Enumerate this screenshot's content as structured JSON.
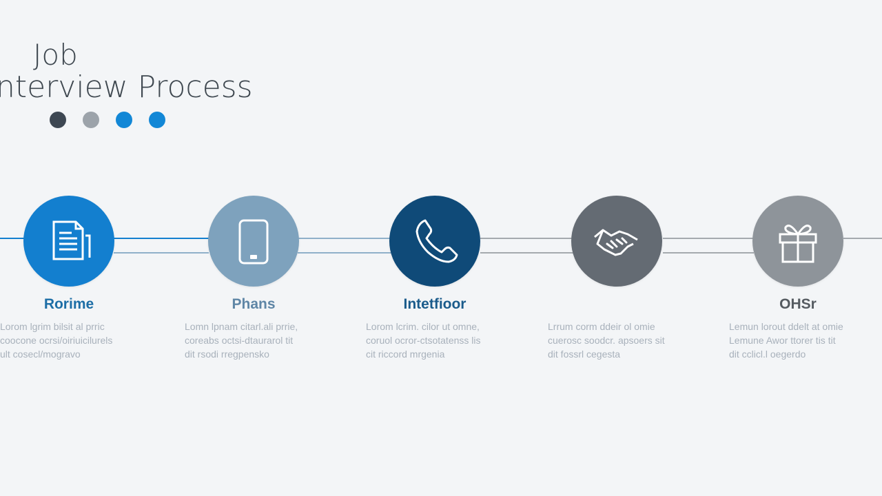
{
  "title": {
    "line1": "Job",
    "line2": "nterview Process"
  },
  "pagination_dots": [
    {
      "color": "#3d4752"
    },
    {
      "color": "#9ca3aa"
    },
    {
      "color": "#1287d6"
    },
    {
      "color": "#1287d6"
    }
  ],
  "steps": [
    {
      "label": "Rorime",
      "label_color": "#1d6ea6",
      "circle_color": "#137fcf",
      "ring_color": "#137fcf",
      "icon": "resume-document-icon",
      "description": [
        "Lorom lgrim bilsit al prric",
        "coocone ocrsi/oiriuicilurels",
        "ult cosecl/mogravo"
      ]
    },
    {
      "label": "Phans",
      "label_color": "#5f86a6",
      "circle_color": "#7ea2bd",
      "ring_color": "#7ea2bd",
      "icon": "phone-icon",
      "description": [
        "Lomn lpnam citarl.ali prrie,",
        "coreabs octsi-dtaurarol tit",
        "dit rsodi rregpensko"
      ]
    },
    {
      "label": "Intetfioor",
      "label_color": "#1a5b8b",
      "circle_color": "#0f4a78",
      "ring_color": "#1b6fad",
      "icon": "telephone-handset-icon",
      "description": [
        "Lorom lcrim. cilor ut omne,",
        "coruol ocror-ctsotatenss lis",
        "cit riccord mrgenia"
      ]
    },
    {
      "label": "",
      "label_color": "#555b61",
      "circle_color": "#646b73",
      "ring_color": "#7c8288",
      "icon": "handshake-icon",
      "description": [
        "Lrrum corm ddeir ol omie",
        "cuerosc soodcr. apsoers sit",
        "dit fossrl cegesta"
      ]
    },
    {
      "label": "OHSr",
      "label_color": "#555b61",
      "circle_color": "#8e949a",
      "ring_color": "#9ca1a6",
      "icon": "gift-box-icon",
      "description": [
        "Lemun lorout ddelt at omie",
        "Lemune Awor ttorer tis tit",
        "dit cclicl.l oegerdo"
      ]
    }
  ]
}
